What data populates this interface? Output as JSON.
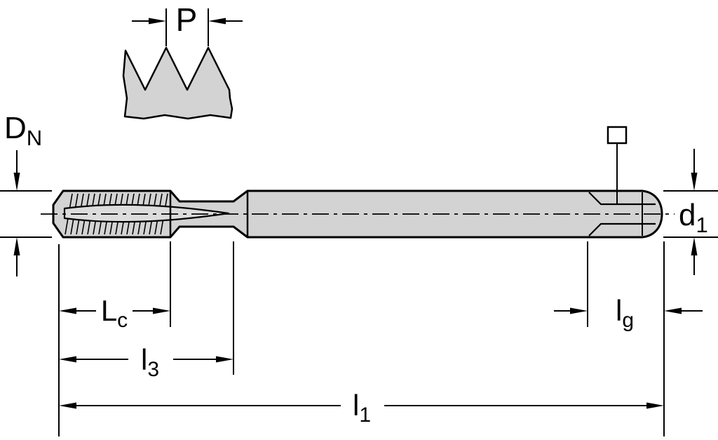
{
  "diagram": {
    "type": "technical-drawing",
    "subject": "Tap side view with thread profile and dimension callouts",
    "labels": {
      "p": {
        "main": "P",
        "sub": ""
      },
      "dn": {
        "main": "D",
        "sub": "N"
      },
      "d1": {
        "main": "d",
        "sub": "1"
      },
      "lc": {
        "main": "L",
        "sub": "c"
      },
      "l3": {
        "main": "l",
        "sub": "3"
      },
      "lg": {
        "main": "l",
        "sub": "g"
      },
      "l1": {
        "main": "l",
        "sub": "1"
      }
    },
    "symbols": {
      "square_drive": "□"
    },
    "colors": {
      "line": "#000000",
      "body_fill": "#d3d3d3",
      "flute_fill": "#dcdcdc",
      "background": "#ffffff"
    }
  }
}
